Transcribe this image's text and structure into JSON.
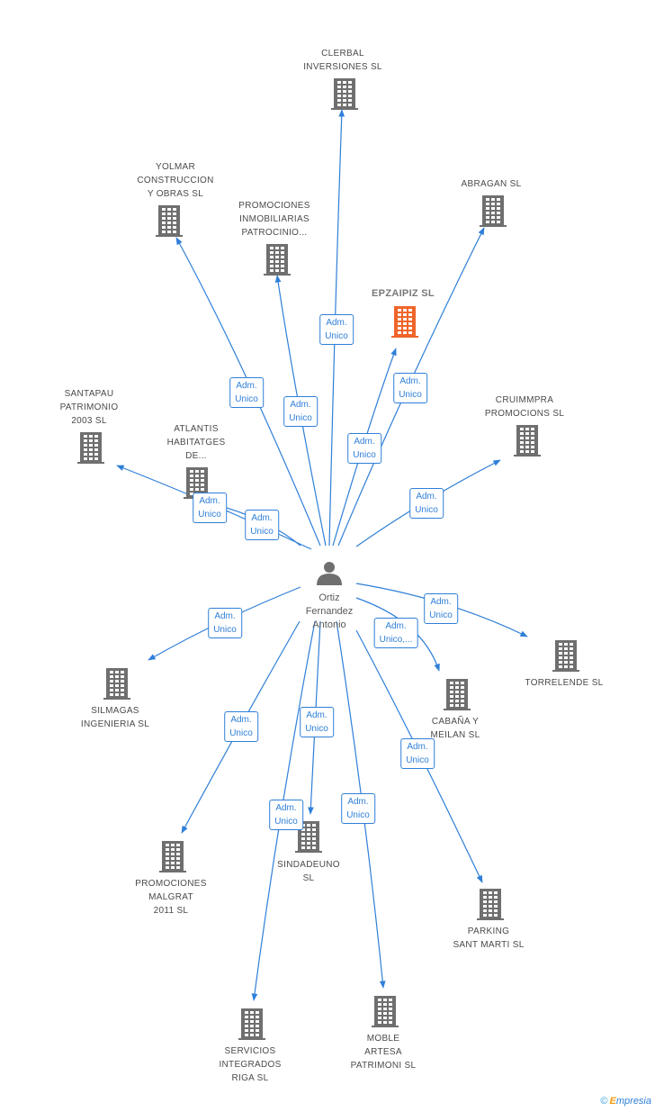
{
  "colors": {
    "edge": "#2f7fd8",
    "building": "#6f6f6f",
    "highlight": "#f0652a",
    "person": "#6f6f6f"
  },
  "person": {
    "name": [
      "Ortiz",
      "Fernandez",
      "Antonio"
    ],
    "icon": "person-icon"
  },
  "companies": [
    {
      "id": "clerbal",
      "label": [
        "CLERBAL",
        "INVERSIONES SL"
      ]
    },
    {
      "id": "yolmar",
      "label": [
        "YOLMAR",
        "CONSTRUCCION",
        "Y OBRAS SL"
      ]
    },
    {
      "id": "promociones-inmobiliarias",
      "label": [
        "PROMOCIONES",
        "INMOBILIARIAS",
        "PATROCINIO..."
      ]
    },
    {
      "id": "abragan",
      "label": [
        "ABRAGAN SL"
      ]
    },
    {
      "id": "epzaipiz",
      "label": [
        "EPZAIPIZ SL"
      ],
      "highlight": true
    },
    {
      "id": "santapau",
      "label": [
        "SANTAPAU",
        "PATRIMONIO",
        "2003 SL"
      ]
    },
    {
      "id": "atlantis",
      "label": [
        "ATLANTIS",
        "HABITATGES",
        "DE..."
      ]
    },
    {
      "id": "cruimmpra",
      "label": [
        "CRUIMMPRA",
        "PROMOCIONS SL"
      ]
    },
    {
      "id": "torrelende",
      "label": [
        "TORRELENDE SL"
      ]
    },
    {
      "id": "silmagas",
      "label": [
        "SILMAGAS",
        "INGENIERIA SL"
      ]
    },
    {
      "id": "cabana",
      "label": [
        "CABAÑA Y",
        "MEILAN SL"
      ]
    },
    {
      "id": "sindadeuno",
      "label": [
        "SINDADEUNO",
        "SL"
      ]
    },
    {
      "id": "promociones-malgrat",
      "label": [
        "PROMOCIONES",
        "MALGRAT",
        "2011 SL"
      ]
    },
    {
      "id": "parking",
      "label": [
        "PARKING",
        "SANT MARTI SL"
      ]
    },
    {
      "id": "servicios",
      "label": [
        "SERVICIOS",
        "INTEGRADOS",
        "RIGA SL"
      ]
    },
    {
      "id": "moble",
      "label": [
        "MOBLE",
        "ARTESA",
        "PATRIMONI SL"
      ]
    }
  ],
  "edges": [
    {
      "to": "clerbal",
      "label": [
        "Adm.",
        "Unico"
      ]
    },
    {
      "to": "yolmar",
      "label": [
        "Adm.",
        "Unico"
      ]
    },
    {
      "to": "promociones-inmobiliarias",
      "label": [
        "Adm.",
        "Unico"
      ]
    },
    {
      "to": "epzaipiz",
      "label": [
        "Adm.",
        "Unico"
      ]
    },
    {
      "to": "abragan",
      "label": [
        "Adm.",
        "Unico"
      ]
    },
    {
      "to": "cruimmpra",
      "label": [
        "Adm.",
        "Unico"
      ]
    },
    {
      "to": "santapau",
      "label": [
        "Adm.",
        "Unico"
      ]
    },
    {
      "to": "atlantis",
      "label": [
        "Adm.",
        "Unico"
      ]
    },
    {
      "to": "torrelende",
      "label": [
        "Adm.",
        "Unico"
      ]
    },
    {
      "to": "cabana",
      "label": [
        "Adm.",
        "Unico,..."
      ]
    },
    {
      "to": "silmagas",
      "label": [
        "Adm.",
        "Unico"
      ]
    },
    {
      "to": "promociones-malgrat",
      "label": [
        "Adm.",
        "Unico"
      ]
    },
    {
      "to": "sindadeuno",
      "label": [
        "Adm.",
        "Unico"
      ]
    },
    {
      "to": "servicios",
      "label": [
        "Adm.",
        "Unico"
      ]
    },
    {
      "to": "moble",
      "label": [
        "Adm.",
        "Unico"
      ]
    },
    {
      "to": "parking",
      "label": [
        "Adm.",
        "Unico"
      ]
    }
  ],
  "footer": {
    "copyright": "©",
    "brand_initial": "E",
    "brand_rest": "mpresia"
  }
}
